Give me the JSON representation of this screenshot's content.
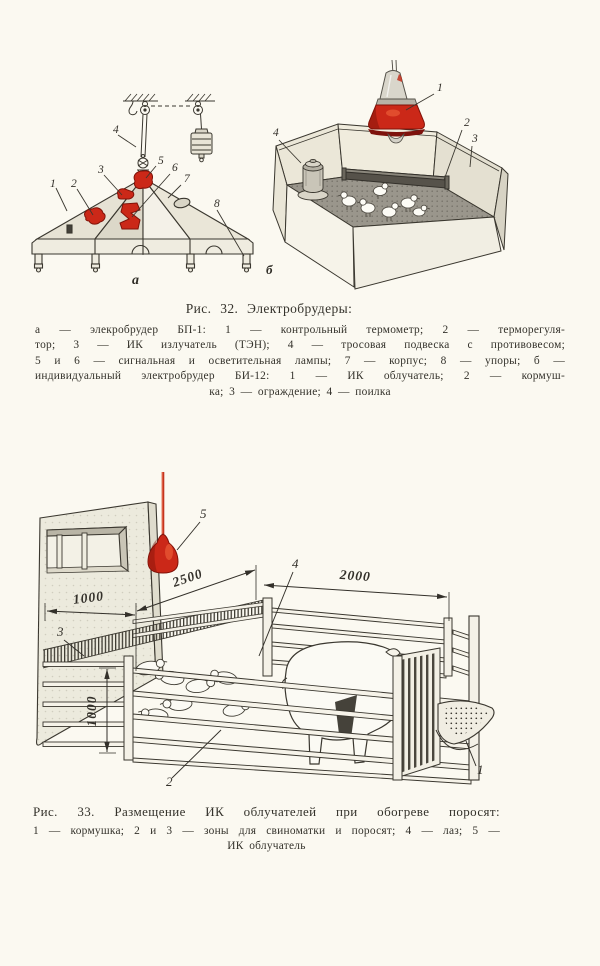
{
  "colors": {
    "paper": "#fbf9f1",
    "ink": "#3a372f",
    "red": "#cb2818",
    "red_dark": "#801208"
  },
  "fig32": {
    "title": "Рис. 32. Электробрудеры:",
    "caption_lines": [
      "а — элекробрудер БП-1: 1 — контрольный термометр; 2 — терморегуля-",
      "тор; 3 — ИК излучатель (ТЭН); 4 — тросовая подвеска с противовесом;",
      "5 и 6 — сигнальная и осветительная лампы; 7 — корпус; 8 — упоры; б —",
      "индивидуальный электробрудер БИ-12: 1 — ИК облучатель; 2 — кормуш-",
      "ка; 3 — ограждение; 4 — поилка"
    ],
    "diagram_a": {
      "sublabel": "а",
      "callouts": {
        "n1": "1",
        "n2": "2",
        "n3": "3",
        "n4": "4",
        "n5": "5",
        "n6": "6",
        "n7": "7",
        "n8": "8"
      }
    },
    "diagram_b": {
      "sublabel": "б",
      "callouts": {
        "n1": "1",
        "n2": "2",
        "n3": "3",
        "n4": "4"
      }
    }
  },
  "fig33": {
    "title": "Рис. 33. Размещение ИК облучателей при обогреве поросят:",
    "caption_lines": [
      "1 — кормушка; 2 и 3 — зоны для свиноматки и поросят; 4 — лаз; 5 —",
      "ИК облучатель"
    ],
    "dimensions": {
      "width_total": "2500",
      "width_sow": "2000",
      "depth_creep": "1000",
      "height_wall": "1000"
    },
    "callouts": {
      "n1": "1",
      "n2": "2",
      "n3": "3",
      "n4": "4",
      "n5": "5"
    }
  }
}
